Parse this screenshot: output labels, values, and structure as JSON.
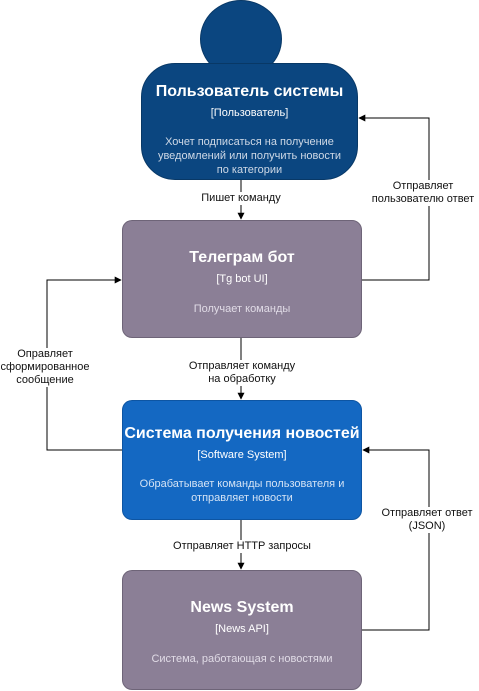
{
  "person": {
    "title": "Пользователь системы",
    "type": "[Пользователь]",
    "description_lines": [
      "Хочет подписаться на получение",
      "уведомлений или получить новости",
      "по категории"
    ]
  },
  "bot": {
    "title": "Телеграм бот",
    "type": "[Tg bot UI]",
    "description_lines": [
      "Получает команды"
    ]
  },
  "system": {
    "title": "Система получения новостей",
    "type": "[Software System]",
    "description_lines": [
      "Обрабатывает команды пользователя и",
      "отправляет новости"
    ]
  },
  "news_api": {
    "title": "News System",
    "type": "[News API]",
    "description_lines": [
      "Система, работающая с новостями"
    ]
  },
  "edges": {
    "write_command": [
      "Пишет команду"
    ],
    "reply_to_user": [
      "Отправляет",
      "пользователю ответ"
    ],
    "send_command": [
      "Отправляет команду",
      "на обработку"
    ],
    "send_message": [
      "Оправляет",
      "сформированное",
      "сообщение"
    ],
    "http_requests": [
      "Отправляет HTTP запросы"
    ],
    "json_reply": [
      "Отправляет ответ",
      "(JSON)"
    ]
  },
  "colors": {
    "person": "#0b4680",
    "container": "#8b7f96",
    "system": "#1468c2",
    "line": "#000000"
  }
}
